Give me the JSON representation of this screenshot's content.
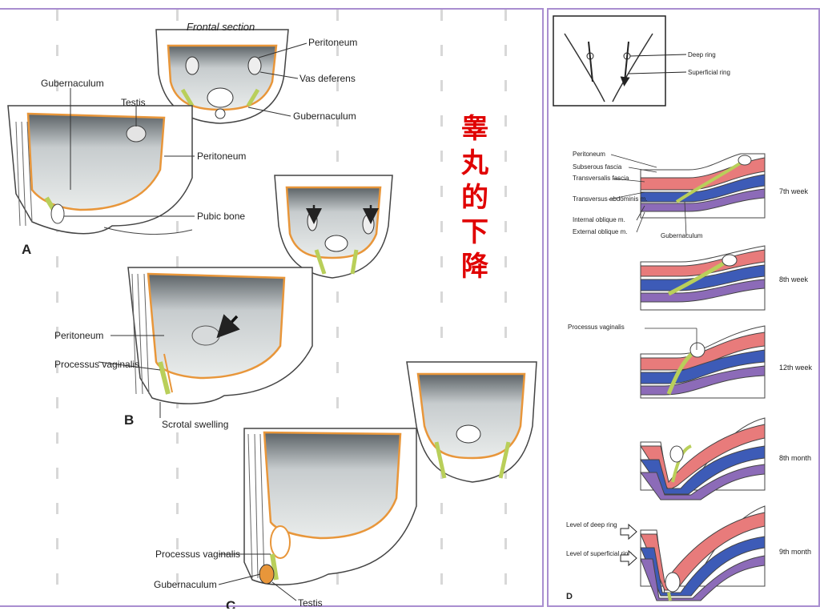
{
  "title_chinese": [
    "睾",
    "丸",
    "的",
    "下",
    "降"
  ],
  "panel_a": {
    "letter": "A",
    "section_label": "Frontal section",
    "labels": [
      "Gubernaculum",
      "Testis",
      "Peritoneum",
      "Pubic bone",
      "Peritoneum",
      "Vas deferens",
      "Gubernaculum"
    ]
  },
  "panel_b": {
    "letter": "B",
    "labels": [
      "Peritoneum",
      "Processus vaginalis",
      "Scrotal swelling"
    ]
  },
  "panel_c": {
    "letter": "C",
    "labels": [
      "Processus vaginalis",
      "Gubernaculum",
      "Testis"
    ]
  },
  "panel_d": {
    "letter": "D",
    "inset_labels": [
      "Deep ring",
      "Superficial ring"
    ],
    "layer_labels": [
      "Peritoneum",
      "Subserous fascia",
      "Transversalis fascia",
      "Transversus abdominis m.",
      "Internal oblique m.",
      "External oblique m.",
      "Gubernaculum"
    ],
    "stages": [
      "7th week",
      "8th week",
      "12th week",
      "8th month",
      "9th month"
    ],
    "processus_label": "Processus vaginalis",
    "level_deep": "Level of deep ring",
    "level_superficial": "Level of superficial ring"
  },
  "colors": {
    "border": "#a98ed0",
    "orange": "#e8963a",
    "green": "#b9cf5a",
    "red": "#e87b7b",
    "blue": "#3d5bb7",
    "purple": "#8c6bb8",
    "title": "#e00000"
  }
}
